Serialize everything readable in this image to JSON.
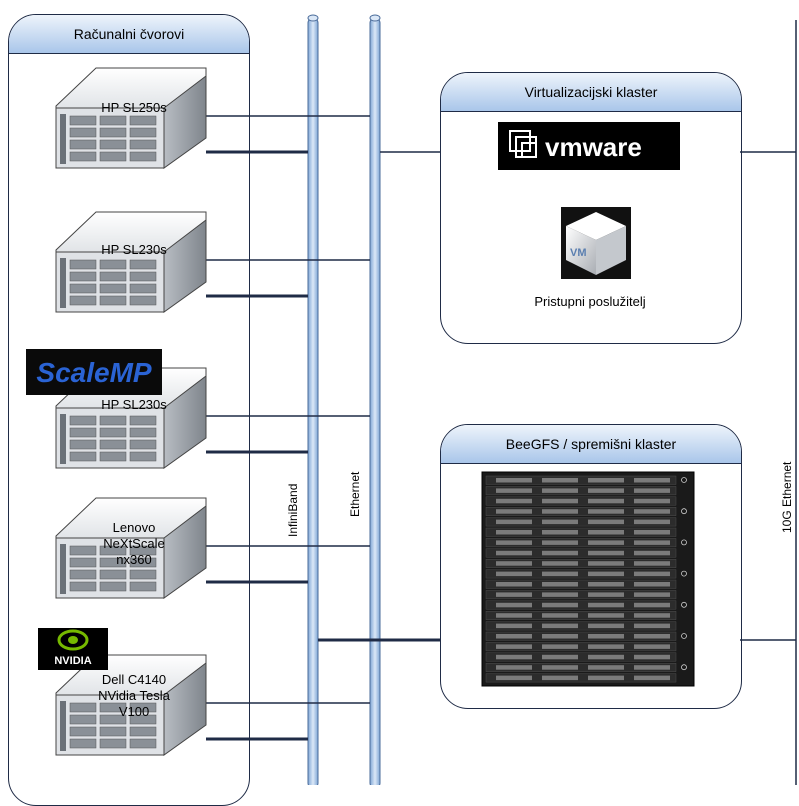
{
  "groups": {
    "compute": "Računalni čvorovi",
    "virtualization": "Virtualizacijski klaster",
    "storage": "BeeGFS / spremišni klaster"
  },
  "servers": [
    {
      "label": "HP SL250s"
    },
    {
      "label": "HP SL230s"
    },
    {
      "label": "HP SL230s"
    },
    {
      "label": "Lenovo\nNeXtScale\nnx360"
    },
    {
      "label": "Dell C4140\nNVidia Tesla\nV100"
    }
  ],
  "buses": {
    "infiniband": "InfiniBand",
    "ethernet": "Ethernet",
    "ten_g": "10G Ethernet"
  },
  "logos": {
    "vmware": "vmware",
    "vm": "VM",
    "scalemp": "ScaleMP",
    "nvidia": "NVIDIA"
  },
  "access_server": "Pristupni poslužitelj",
  "colors": {
    "header_top": "#eef4fb",
    "header_bottom": "#a9c6ea",
    "bus": "#a9c6ea",
    "link": "#1f2b46"
  }
}
